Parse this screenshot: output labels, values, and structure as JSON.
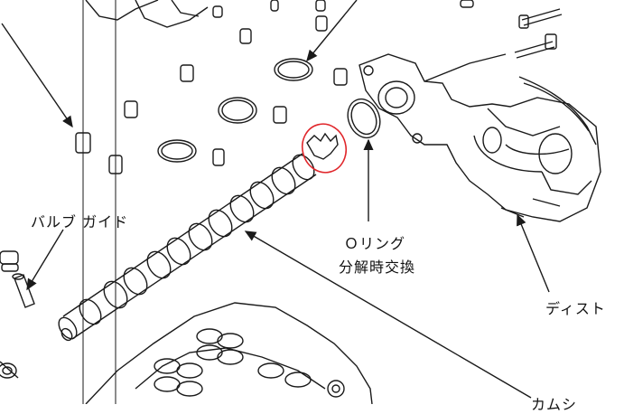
{
  "labels": {
    "valve_guide": "バルブ ガイド",
    "oring_line1": "Ｏリング",
    "oring_line2": "分解時交換",
    "distributor": "ディスト",
    "camshaft": "カムシ"
  },
  "colors": {
    "line": "#1a1a1a",
    "highlight_circle": "#e0262b",
    "background": "#ffffff"
  }
}
